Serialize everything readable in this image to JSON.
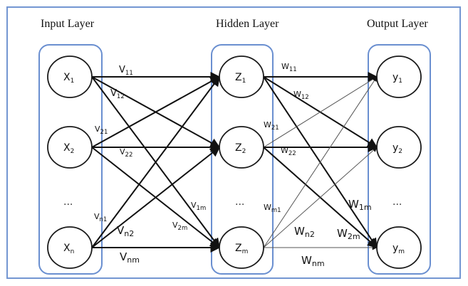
{
  "diagram": {
    "type": "feedforward-neural-network",
    "layers": [
      {
        "id": "input",
        "title": "Input Layer",
        "nodes": [
          {
            "id": "x1",
            "base": "X",
            "sub": "1"
          },
          {
            "id": "x2",
            "base": "X",
            "sub": "2"
          },
          {
            "id": "xn",
            "base": "X",
            "sub": "n"
          }
        ],
        "ellipsis": "..."
      },
      {
        "id": "hidden",
        "title": "Hidden Layer",
        "nodes": [
          {
            "id": "z1",
            "base": "Z",
            "sub": "1"
          },
          {
            "id": "z2",
            "base": "Z",
            "sub": "2"
          },
          {
            "id": "zm",
            "base": "Z",
            "sub": "m"
          }
        ],
        "ellipsis": "..."
      },
      {
        "id": "output",
        "title": "Output Layer",
        "nodes": [
          {
            "id": "y1",
            "base": "y",
            "sub": "1"
          },
          {
            "id": "y2",
            "base": "y",
            "sub": "2"
          },
          {
            "id": "ym",
            "base": "y",
            "sub": "m"
          }
        ],
        "ellipsis": "..."
      }
    ],
    "edges_input_hidden": [
      {
        "from": "x1",
        "to": "z1",
        "base": "V",
        "sub": "11"
      },
      {
        "from": "x1",
        "to": "z2",
        "base": "V",
        "sub": "12"
      },
      {
        "from": "x1",
        "to": "zm",
        "base": "V",
        "sub": "1m"
      },
      {
        "from": "x2",
        "to": "z1",
        "base": "V",
        "sub": "21"
      },
      {
        "from": "x2",
        "to": "z2",
        "base": "V",
        "sub": "22"
      },
      {
        "from": "x2",
        "to": "zm",
        "base": "V",
        "sub": "2m"
      },
      {
        "from": "xn",
        "to": "z1",
        "base": "V",
        "sub": "n1"
      },
      {
        "from": "xn",
        "to": "z2",
        "base": "V",
        "sub": "n2"
      },
      {
        "from": "xn",
        "to": "zm",
        "base": "V",
        "sub": "nm"
      }
    ],
    "edges_hidden_output": [
      {
        "from": "z1",
        "to": "y1",
        "base": "W",
        "sub": "11"
      },
      {
        "from": "z1",
        "to": "y2",
        "base": "W",
        "sub": "12"
      },
      {
        "from": "z1",
        "to": "ym",
        "base": "W",
        "sub": "1m"
      },
      {
        "from": "z2",
        "to": "y1",
        "base": "W",
        "sub": "21"
      },
      {
        "from": "z2",
        "to": "y2",
        "base": "W",
        "sub": "22"
      },
      {
        "from": "z2",
        "to": "ym",
        "base": "W",
        "sub": "2m"
      },
      {
        "from": "zm",
        "to": "y1",
        "base": "W",
        "sub": "m1"
      },
      {
        "from": "zm",
        "to": "y2",
        "base": "W",
        "sub": "n2"
      },
      {
        "from": "zm",
        "to": "ym",
        "base": "W",
        "sub": "nm"
      }
    ],
    "colors": {
      "box_border": "#6a8fd0",
      "frame_border": "#7396d2",
      "edge": "#111111",
      "text": "#111111"
    }
  }
}
